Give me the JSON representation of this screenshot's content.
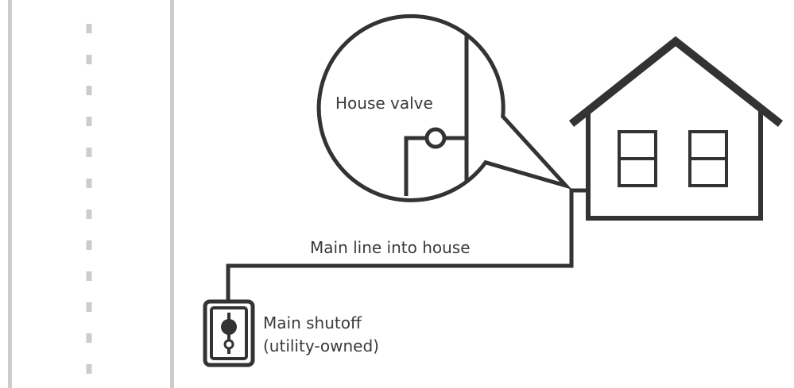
{
  "labels": {
    "house_valve": "House valve",
    "main_line": "Main line into house",
    "main_shutoff_line1": "Main shutoff",
    "main_shutoff_line2": "(utility-owned)"
  },
  "colors": {
    "stroke": "#333333",
    "curb": "#cccccc",
    "text": "#3a3a3a",
    "background": "#ffffff"
  },
  "icons": [
    "house-icon",
    "valve-icon",
    "shutoff-box-icon"
  ]
}
